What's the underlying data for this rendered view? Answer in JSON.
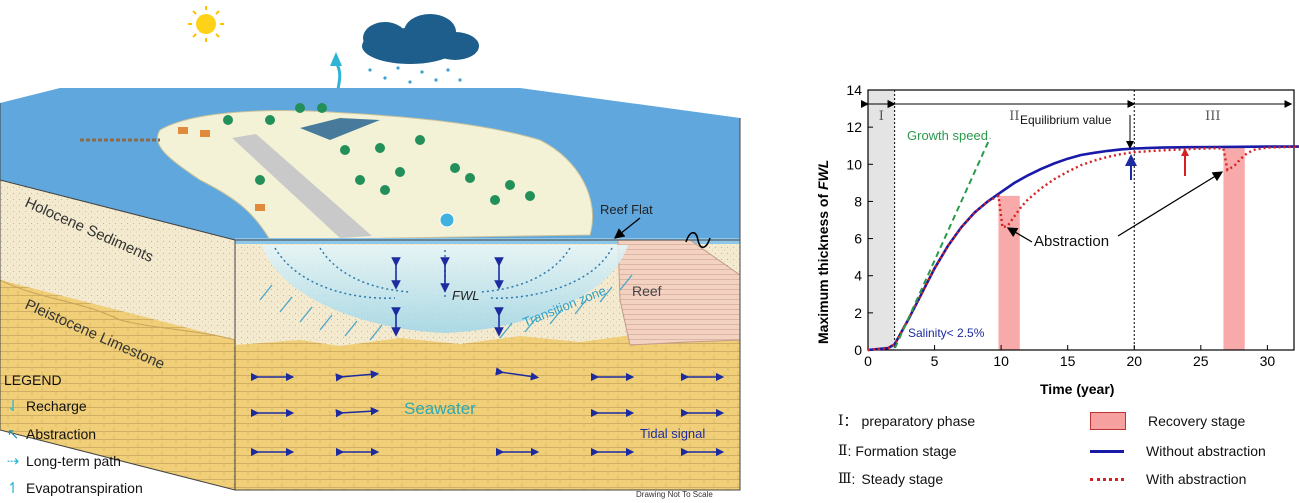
{
  "diagram": {
    "labels": {
      "holocene": "Holocene Sediments",
      "pleistocene": "Pleistocene Limestone",
      "reef_flat": "Reef Flat",
      "reef": "Reef",
      "fwl": "FWL",
      "transition": "Transition zone",
      "seawater": "Seawater",
      "tidal": "Tidal signal",
      "scale_note": "Drawing Not To Scale"
    },
    "legend": {
      "title": "LEGEND",
      "items": [
        {
          "label": "Recharge",
          "icon": "recharge-icon"
        },
        {
          "label": "Abstraction",
          "icon": "abstraction-icon"
        },
        {
          "label": "Long-term path",
          "icon": "long-term-path-icon"
        },
        {
          "label": "Evapotranspiration",
          "icon": "evapotranspiration-icon"
        }
      ]
    },
    "colors": {
      "sea": "#5fa7dc",
      "sediment": "#f1e6c8",
      "limestone": "#f0c96b",
      "island": "#f3f1d6"
    }
  },
  "chart_data": {
    "type": "line",
    "ylabel": "Maximum thickness of FWL",
    "xlabel": "Time (year)",
    "xlim": [
      0,
      32
    ],
    "ylim": [
      0,
      14
    ],
    "xticks": [
      0,
      5,
      10,
      15,
      20,
      25,
      30
    ],
    "yticks": [
      0,
      2,
      4,
      6,
      8,
      10,
      12,
      14
    ],
    "phases": [
      {
        "label": "I",
        "from": 0,
        "to": 2
      },
      {
        "label": "II",
        "from": 2,
        "to": 20
      },
      {
        "label": "III",
        "from": 20,
        "to": 32.5
      }
    ],
    "annotations": {
      "growth_speed": "Growth speed",
      "equilibrium": "Equilibrium value",
      "abstraction": "Abstraction",
      "salinity": "Salinity< 2.5%"
    },
    "recovery_bands": [
      [
        9.8,
        11.4
      ],
      [
        26.7,
        28.3
      ]
    ],
    "series": [
      {
        "name": "Without abstraction",
        "color": "#1a1aa8",
        "x": [
          0,
          1.5,
          2,
          3,
          4,
          5,
          6,
          7,
          8,
          9,
          10,
          11,
          12,
          13,
          14,
          15,
          16,
          17,
          18,
          19,
          20,
          22,
          24,
          26,
          28,
          30,
          32.5
        ],
        "y": [
          0,
          0.1,
          0.3,
          1.6,
          3.0,
          4.4,
          5.6,
          6.6,
          7.4,
          8.0,
          8.5,
          9.0,
          9.4,
          9.75,
          10.05,
          10.3,
          10.5,
          10.62,
          10.72,
          10.8,
          10.85,
          10.9,
          10.92,
          10.93,
          10.94,
          10.95,
          10.95
        ]
      },
      {
        "name": "With abstraction",
        "color": "#d42020",
        "x": [
          0,
          1.5,
          2,
          3,
          4,
          5,
          6,
          7,
          8,
          9,
          9.8,
          10.1,
          10.5,
          11,
          11.5,
          12,
          13,
          14,
          15,
          16,
          17,
          18,
          19,
          20,
          22,
          24,
          26,
          26.7,
          27.0,
          27.5,
          28,
          28.5,
          29,
          30,
          32.5
        ],
        "y": [
          0,
          0.1,
          0.3,
          1.6,
          3.0,
          4.4,
          5.6,
          6.6,
          7.4,
          8.0,
          8.3,
          6.6,
          6.7,
          7.2,
          7.7,
          8.1,
          8.7,
          9.2,
          9.6,
          9.95,
          10.2,
          10.4,
          10.55,
          10.65,
          10.75,
          10.82,
          10.86,
          10.85,
          9.7,
          9.9,
          10.3,
          10.6,
          10.78,
          10.9,
          10.95
        ]
      }
    ],
    "legend": {
      "phases": [
        {
          "numeral": "Ⅰ",
          "sep": "：",
          "text": "preparatory phase"
        },
        {
          "numeral": "Ⅱ",
          "sep": ":",
          "text": "Formation stage"
        },
        {
          "numeral": "Ⅲ",
          "sep": ":",
          "text": "Steady stage"
        }
      ],
      "series": [
        {
          "label": "Recovery stage",
          "swatch": "band"
        },
        {
          "label": "Without abstraction",
          "swatch": "solid"
        },
        {
          "label": "With abstraction",
          "swatch": "dotted"
        }
      ]
    }
  }
}
